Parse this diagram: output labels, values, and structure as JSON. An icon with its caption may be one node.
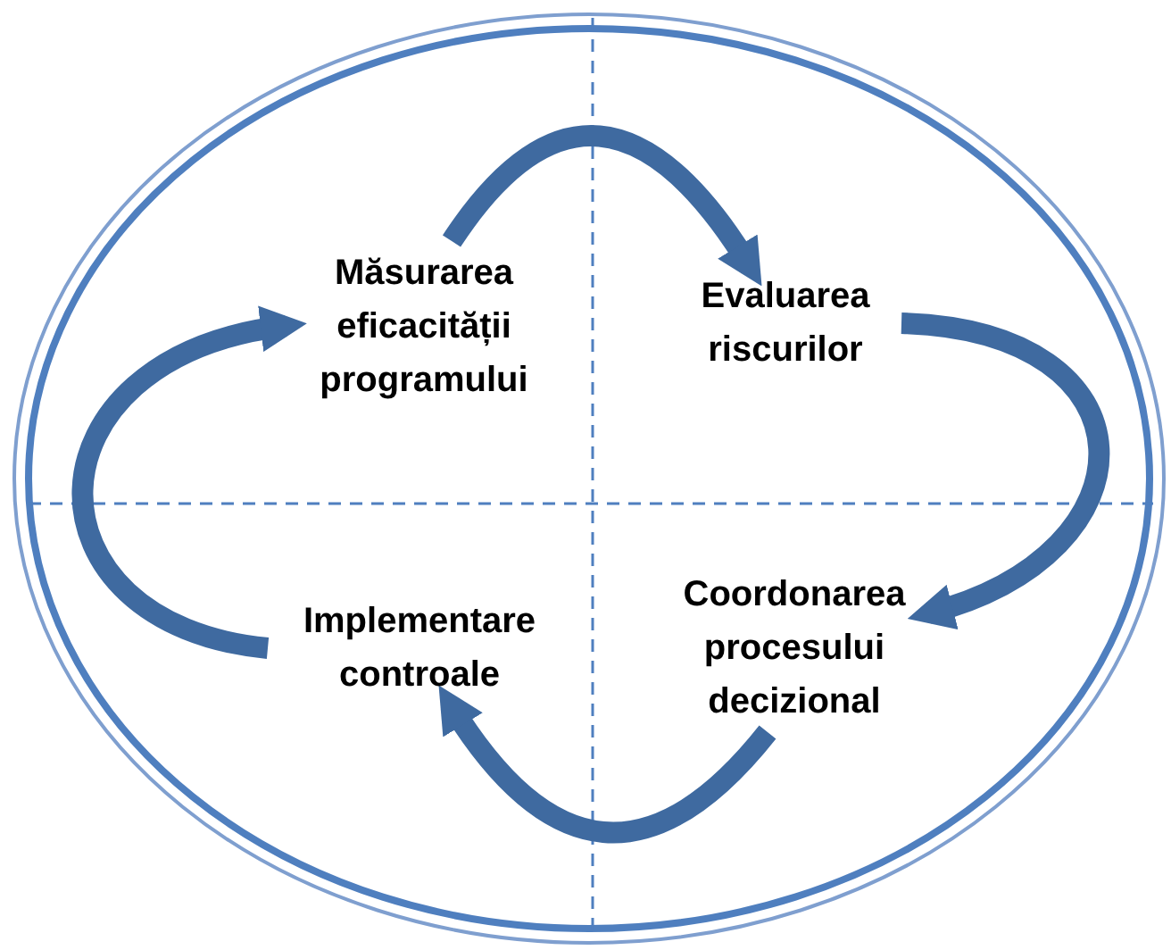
{
  "diagram": {
    "nodes": [
      {
        "text": [
          "Măsurarea eficacității programului"
        ]
      },
      {
        "text": [
          "Evaluarea riscurilor"
        ]
      },
      {
        "text": [
          "Coordonarea procesului decizional"
        ]
      },
      {
        "text": [
          "Implementare controale"
        ]
      }
    ],
    "edges": [
      {
        "from": 0,
        "to": 1,
        "arrow": "to"
      },
      {
        "from": 1,
        "to": 2,
        "arrow": "to"
      },
      {
        "from": 2,
        "to": 3,
        "arrow": "to"
      },
      {
        "from": 3,
        "to": 0,
        "arrow": "to"
      }
    ]
  }
}
